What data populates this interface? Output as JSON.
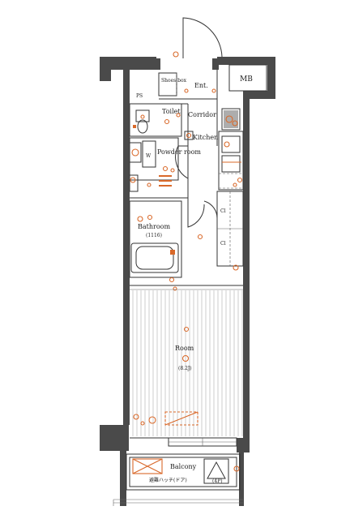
{
  "plan": {
    "rooms": {
      "mb": "MB",
      "shoe_box": "Shoes box",
      "ent": "Ent.",
      "ps": "PS",
      "toilet": "Toilet",
      "corridor": "Corridor",
      "kitchen": "Kitchen",
      "powder_room": "Powder room",
      "w": "W",
      "bathroom": "Bathroom",
      "bathroom_size": "(1116)",
      "cl_upper": "Cl",
      "cl_lower": "Cl",
      "room": "Room",
      "room_size": "(8.2J)",
      "balcony": "Balcony",
      "balcony_note": "(4P)",
      "balcony_jp": "避難ハッチ(ドア)"
    }
  }
}
